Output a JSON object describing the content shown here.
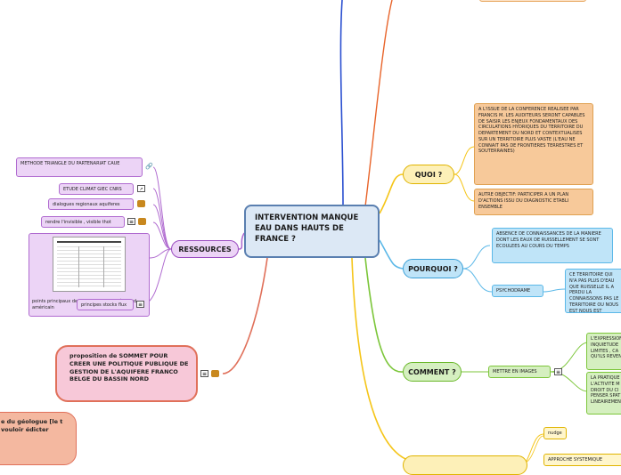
{
  "central": {
    "title": "INTERVENTION MANQUE EAU DANS HAUTS DE FRANCE ?"
  },
  "branches": {
    "quoi": {
      "label": "QUOI ?",
      "notes": [
        "A L'ISSUE DE LA CONFERENCE  REALISEE PAR     FRANCIS M. LES AUDITEURS SERONT CAPABLES DE SAISIR LES ENJEUX FONDAMENTAUX DES CIRCULATIONS HYDRIQUES DU TERRITOIRE DU DEPARTEMENT DU NORD ET CONTEXTUALISES SUR UN TERRITOIRE PLUS VASTE (L'EAU NE CONNAIT PAS DE FRONTIERES TERRESTRES ET SOUTERRAINES)",
        "AUTRE OBJECTIF: PARTICIPER A UN PLAN D'ACTIONS ISSU DU DIAGNOSTIC ETABLI ENSEMBLE"
      ]
    },
    "pourquoi": {
      "label": "POURQUOI ?",
      "notes": [
        "ABSENCE DE CONNAISSANCES DE LA MANIERE DONT LES EAUX DE RUISSELLEMENT SE SONT ECOULEES AU COURS DU TEMPS"
      ],
      "psycho": {
        "label": "PSYCHODRAME",
        "note": "CE TERRITOIRE QUI N'A PAS PLUS D'EAU QUE RUISSELLE IL A PERDU LA CONNAISSONS PAS LE TERRITOIRE OU NOUS EST NOUS EST INDISPENSABLE MAIS NOTRE SOIF, PRODUIT..."
      }
    },
    "comment": {
      "label": "COMMENT ?",
      "mettre": "METTRE EN IMAGES",
      "notes": [
        "L'EXPRESSION INQUIETUDE LIMITES , CA QU'ILS REVEN...",
        "LA PRATIQUE L'ACTIVITE M DROIT DU CI PENSER SPAT LINEAIREMEN..."
      ]
    },
    "bottom": {
      "items": [
        "nudge",
        "APPROCHE SYSTEMIQUE"
      ]
    },
    "ressources": {
      "label": "RESSOURCES",
      "items": [
        "METHODE TRIANGLE DU PARTENARIAT CAUE",
        "ETUDE CLIMAT GIEC CNRS",
        "dialogues regionaux aquiferes",
        "rendre l'invisible , visible  thot",
        "points principaux de l'accord sur l'aquifère sud américain",
        "principes stocks flux"
      ]
    },
    "proposition": {
      "label": "proposition de SOMMET POUR CREER UNE POLITIQUE PUBLIQUE DE GESTION DE L'AQUIFERE FRANCO BELGE DU BASSIN NORD"
    },
    "geologue": {
      "label": "e du géologue [le t vouloir édicter"
    }
  },
  "colors": {
    "quoi": "#f5c518",
    "pourquoi": "#5bb8e8",
    "comment": "#7cc63a",
    "ressources": "#b06bd0",
    "proposition": "#e0705a",
    "top_blue": "#2a4fd0",
    "top_orange": "#e8642a"
  }
}
